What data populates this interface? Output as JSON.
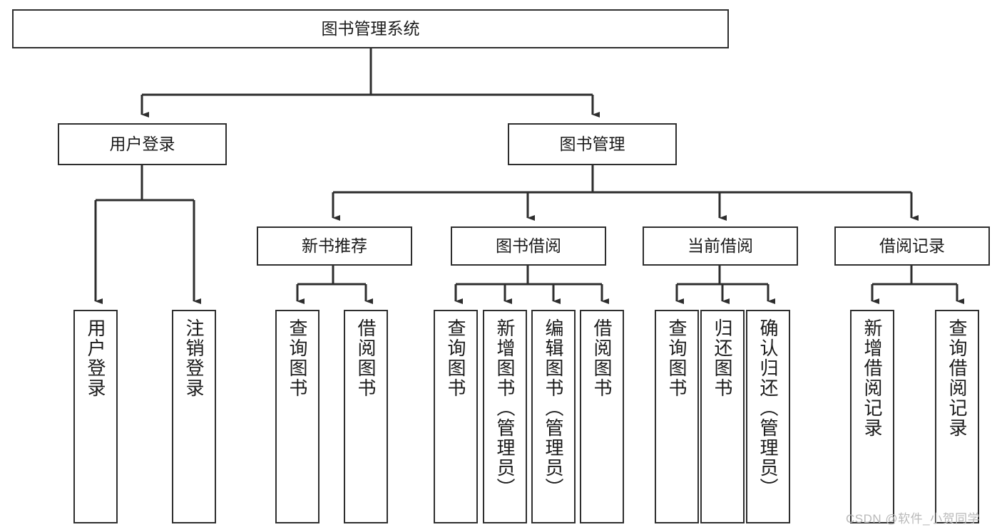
{
  "diagram": {
    "type": "tree-hierarchy",
    "title": "图书管理系统",
    "watermark": "CSDN @软件_小贺同学",
    "colors": {
      "box_border": "#2e2e2e",
      "box_fill": "#ffffff",
      "connector": "#2e2e2e",
      "text": "#1b1b1b",
      "watermark": "#b9b9b9",
      "background": "#ffffff"
    },
    "nodes": {
      "root": {
        "label": "图书管理系统"
      },
      "level1": [
        {
          "id": "user-login",
          "label": "用户登录"
        },
        {
          "id": "book-manage",
          "label": "图书管理"
        }
      ],
      "level2": [
        {
          "id": "new-book-recommend",
          "label": "新书推荐"
        },
        {
          "id": "book-borrow",
          "label": "图书借阅"
        },
        {
          "id": "current-borrow",
          "label": "当前借阅"
        },
        {
          "id": "borrow-record",
          "label": "借阅记录"
        }
      ],
      "leaves": [
        {
          "id": "leaf-user-login",
          "label": "用户登录",
          "parent": "user-login"
        },
        {
          "id": "leaf-logout",
          "label": "注销登录",
          "parent": "user-login"
        },
        {
          "id": "leaf-query-book-1",
          "label": "查询图书",
          "parent": "new-book-recommend"
        },
        {
          "id": "leaf-borrow-book-1",
          "label": "借阅图书",
          "parent": "new-book-recommend"
        },
        {
          "id": "leaf-query-book-2",
          "label": "查询图书",
          "parent": "book-borrow"
        },
        {
          "id": "leaf-add-book",
          "label": "新增图书（管理员）",
          "parent": "book-borrow"
        },
        {
          "id": "leaf-edit-book",
          "label": "编辑图书（管理员）",
          "parent": "book-borrow"
        },
        {
          "id": "leaf-borrow-book-2",
          "label": "借阅图书",
          "parent": "book-borrow"
        },
        {
          "id": "leaf-query-book-3",
          "label": "查询图书",
          "parent": "current-borrow"
        },
        {
          "id": "leaf-return-book",
          "label": "归还图书",
          "parent": "current-borrow"
        },
        {
          "id": "leaf-confirm-return",
          "label": "确认归还（管理员）",
          "parent": "current-borrow"
        },
        {
          "id": "leaf-add-record",
          "label": "新增借阅记录",
          "parent": "borrow-record"
        },
        {
          "id": "leaf-query-record",
          "label": "查询借阅记录",
          "parent": "borrow-record"
        }
      ]
    }
  }
}
